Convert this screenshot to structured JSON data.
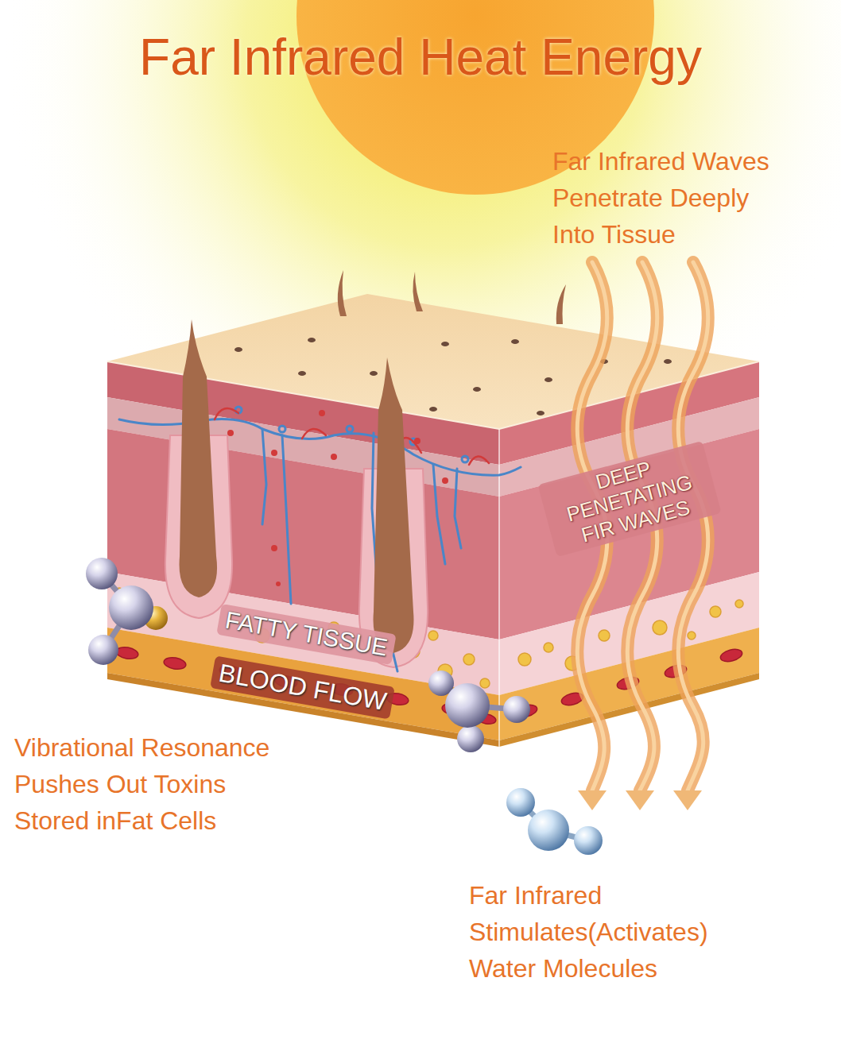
{
  "diagram": {
    "title": "Far Infrared Heat Energy",
    "labels": [
      "Far Infrared Waves Penetrate Deeply Into Tissue",
      "DEEP PENETATING FIR WAVES",
      "FATTY TISSUE",
      "BLOOD FLOW",
      "Vibrational Resonance Pushes Out Toxins Stored inFat Cells",
      "Far Infrared Stimulates(Activates) Water Molecules"
    ]
  }
}
